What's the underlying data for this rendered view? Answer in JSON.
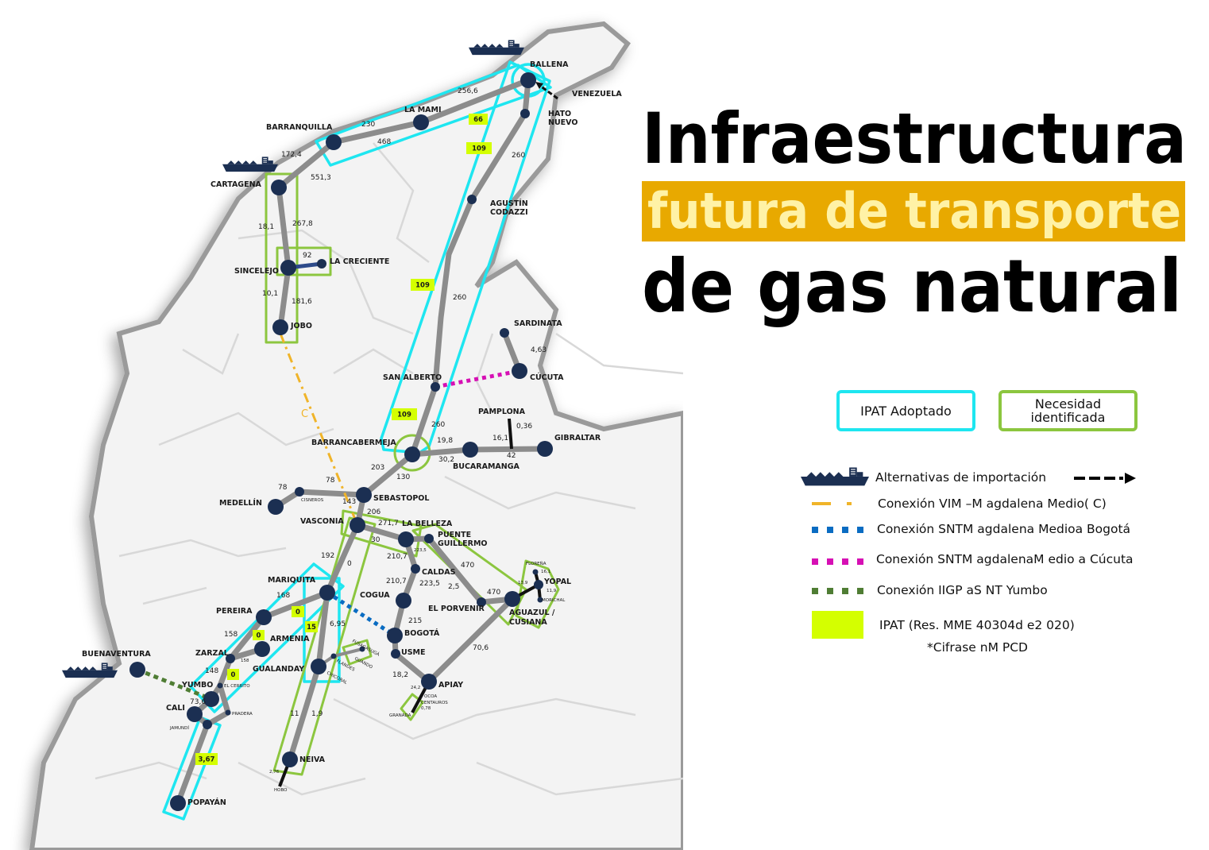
{
  "title": {
    "line1": "Infraestructura",
    "line2": "futura de transporte",
    "line3": "de gas natural"
  },
  "colors": {
    "ipat_adopted": "#1ee6f0",
    "need_identified": "#8cc63f",
    "ipat_fill": "#d4ff00",
    "title_band": "#e8a900",
    "pipeline": "#8c8c8c",
    "node": "#1b2f52",
    "vim_connection": "#f0b429",
    "sntm_bogota": "#0a6cc2",
    "sntm_cucuta": "#d60fb4",
    "iigp_yumbo": "#4f7d34"
  },
  "boxes": {
    "ipat_adopted": "IPAT Adoptado",
    "need_line1": "Necesidad",
    "need_line2": "identificada"
  },
  "legend": {
    "import": "Alternativas de importación",
    "vim": "Conexión VIM –M agdalena Medio( C)",
    "sntm_bogota": "Conexión SNTM agdalena Medioa  Bogotá",
    "sntm_cucuta": "Conexión SNTM agdalenaM edio a Cúcuta",
    "iigp": "Conexión IIGP aS NT Yumbo",
    "ipat": "IPAT (Res. MME 40304d e2 020)",
    "note": "*Cifrase nM PCD",
    "icons": [
      "ship-icon",
      "dashed-arrow-icon"
    ]
  },
  "map": {
    "cities": [
      "BALLENA",
      "VENEZUELA",
      "HATO",
      "NUEVO",
      "LA MAMI",
      "BARRANQUILLA",
      "CARTAGENA",
      "AGUSTÍN",
      "CODAZZI",
      "SINCELEJO",
      "LA CRECIENTE",
      "JOBO",
      "SARDINATA",
      "CÚCUTA",
      "SAN ALBERTO",
      "PAMPLONA",
      "BARRANCABERMEJA",
      "GIBRALTAR",
      "BUCARAMANGA",
      "SEBASTOPOL",
      "MEDELLÍN",
      "VASCONIA",
      "LA BELLEZA",
      "PUENTE",
      "GUILLERMO",
      "CALDAS",
      "MARIQUITA",
      "COGUA",
      "YOPAL",
      "EL PORVENIR",
      "AGUAZUL /",
      "CUSIANA",
      "PEREIRA",
      "ARMENIA",
      "BOGOTÁ",
      "USME",
      "BUENAVENTURA",
      "ZARZAL",
      "GUALANDAY",
      "APIAY",
      "YUMBO",
      "CALI",
      "NEIVA",
      "POPAYÁN"
    ],
    "flows": [
      "256,6",
      "230",
      "468",
      "172,4",
      "551,3",
      "260",
      "18,1",
      "267,8",
      "92",
      "10,1",
      "181,6",
      "260",
      "4,63",
      "260",
      "0,36",
      "19,8",
      "16,1",
      "30,2",
      "42",
      "203",
      "130",
      "78",
      "78",
      "143",
      "206",
      "271,7",
      "30",
      "210,7",
      "470",
      "192",
      "0",
      "210,7",
      "223,5",
      "2,5",
      "470",
      "168",
      "6,95",
      "215",
      "158",
      "148",
      "73,6",
      "70,6",
      "18,2",
      "11",
      "1,9"
    ],
    "small_labels": [
      "CISNEROS",
      "EL CERRITO",
      "PRADERA",
      "JAMUNDÍ",
      "FLOREÑA",
      "MORICHAL",
      "OCOA",
      "CENTAUROS",
      "GRANADA",
      "HOBO",
      "FUSAGASUGÁ",
      "GUANDO",
      "FLANDES",
      "CHICORAL",
      "223,5",
      "24,2",
      "2,76",
      "13,9",
      "16,1",
      "11,9",
      "158",
      "0,78"
    ],
    "ipat_values": [
      "66",
      "109",
      "109",
      "109",
      "0",
      "15",
      "0",
      "0",
      "3,67"
    ],
    "corridor_label": "C"
  }
}
